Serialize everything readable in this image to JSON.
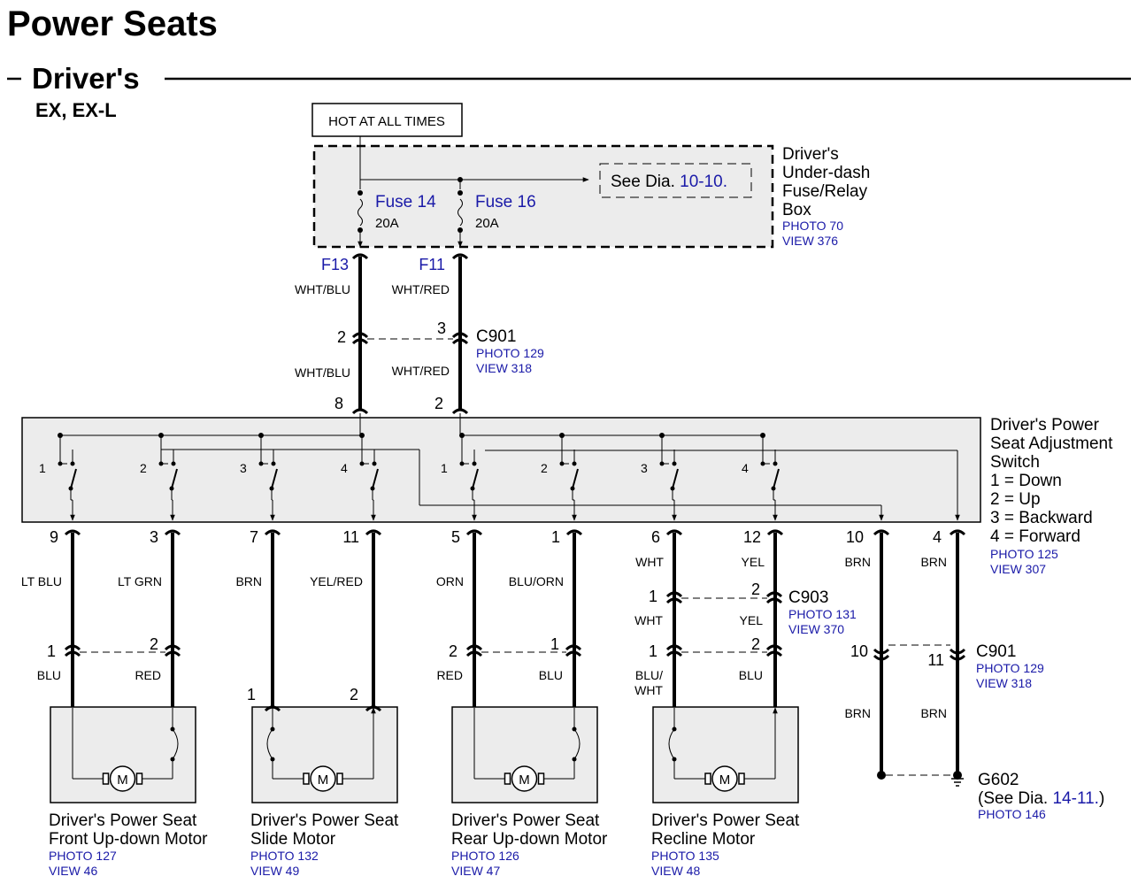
{
  "title": "Power Seats",
  "subtitle": "Driver's",
  "trim": "EX, EX-L",
  "hot_label": "HOT AT ALL TIMES",
  "fusebox": {
    "label": [
      "Driver's",
      "Under-dash",
      "Fuse/Relay",
      "Box"
    ],
    "photo": "PHOTO 70",
    "view": "VIEW 376",
    "see_prefix": "See Dia.",
    "see_ref": "10-10.",
    "fuses": [
      {
        "name": "Fuse 14",
        "rating": "20A",
        "terminal": "F13"
      },
      {
        "name": "Fuse 16",
        "rating": "20A",
        "terminal": "F11"
      }
    ]
  },
  "c901_top": {
    "name": "C901",
    "photo": "PHOTO 129",
    "view": "VIEW 318",
    "pins": [
      "2",
      "3"
    ],
    "wires_above": [
      "WHT/BLU",
      "WHT/RED"
    ],
    "wires_below": [
      "WHT/BLU",
      "WHT/RED"
    ]
  },
  "switch": {
    "label": [
      "Driver's Power",
      "Seat Adjustment",
      "Switch"
    ],
    "legend": [
      "1 = Down",
      "2 = Up",
      "3 = Backward",
      "4 = Forward"
    ],
    "photo": "PHOTO 125",
    "view": "VIEW 307",
    "input_pins": [
      "8",
      "2"
    ],
    "positions": [
      "1",
      "2",
      "3",
      "4",
      "1",
      "2",
      "3",
      "4"
    ],
    "output_pins": [
      "9",
      "3",
      "7",
      "11",
      "5",
      "1",
      "6",
      "12",
      "10",
      "4"
    ],
    "output_wires": [
      "LT BLU",
      "LT GRN",
      "BRN",
      "YEL/RED",
      "ORN",
      "BLU/ORN",
      "WHT",
      "YEL",
      "BRN",
      "BRN"
    ]
  },
  "c903": {
    "name": "C903",
    "photo": "PHOTO 131",
    "view": "VIEW 370",
    "pins": [
      "1",
      "2"
    ],
    "wires_below": [
      "WHT",
      "YEL"
    ]
  },
  "motor_connectors": [
    {
      "pins": [
        "1",
        "2"
      ],
      "wires": [
        "BLU",
        "RED"
      ]
    },
    {
      "pins": [
        "1",
        "2"
      ],
      "wires": []
    },
    {
      "pins": [
        "2",
        "1"
      ],
      "wires": [
        "RED",
        "BLU"
      ]
    },
    {
      "pins": [
        "1",
        "2"
      ],
      "wires": [
        "BLU/",
        "WHT",
        "BLU"
      ]
    }
  ],
  "c901_bottom": {
    "name": "C901",
    "photo": "PHOTO 129",
    "view": "VIEW 318",
    "pins": [
      "10",
      "11"
    ],
    "wires": [
      "BRN",
      "BRN"
    ]
  },
  "ground": {
    "name": "G602",
    "see_prefix": "(See Dia.",
    "see_ref": "14-11.",
    "see_suffix": ")",
    "photo": "PHOTO 146"
  },
  "motors": [
    {
      "label": [
        "Driver's Power Seat",
        "Front Up-down Motor"
      ],
      "photo": "PHOTO 127",
      "view": "VIEW 46"
    },
    {
      "label": [
        "Driver's Power Seat",
        "Slide Motor"
      ],
      "photo": "PHOTO 132",
      "view": "VIEW 49"
    },
    {
      "label": [
        "Driver's Power Seat",
        "Rear Up-down Motor"
      ],
      "photo": "PHOTO 126",
      "view": "VIEW 47"
    },
    {
      "label": [
        "Driver's Power Seat",
        "Recline Motor"
      ],
      "photo": "PHOTO 135",
      "view": "VIEW 48"
    }
  ],
  "motor_symbol": "M"
}
